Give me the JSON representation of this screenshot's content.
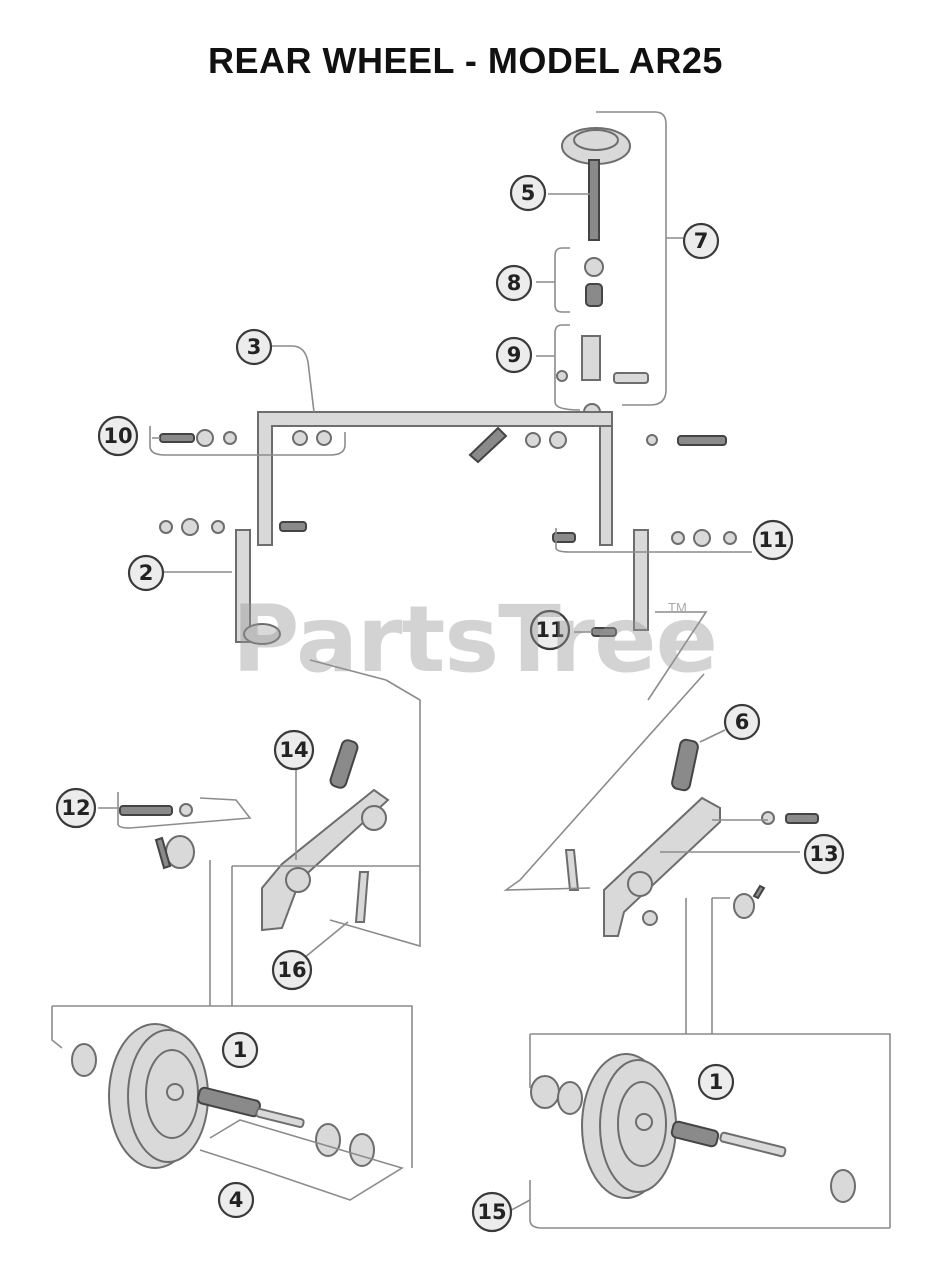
{
  "title": "REAR WHEEL - MODEL AR25",
  "watermark": "PartsTree",
  "watermark_tm": "TM",
  "callouts": [
    {
      "id": "c5",
      "label": "5"
    },
    {
      "id": "c7",
      "label": "7"
    },
    {
      "id": "c8",
      "label": "8"
    },
    {
      "id": "c9",
      "label": "9"
    },
    {
      "id": "c3",
      "label": "3"
    },
    {
      "id": "c10",
      "label": "10"
    },
    {
      "id": "c2",
      "label": "2"
    },
    {
      "id": "c11a",
      "label": "11"
    },
    {
      "id": "c11b",
      "label": "11"
    },
    {
      "id": "c14",
      "label": "14"
    },
    {
      "id": "c12",
      "label": "12"
    },
    {
      "id": "c6",
      "label": "6"
    },
    {
      "id": "c13",
      "label": "13"
    },
    {
      "id": "c16",
      "label": "16"
    },
    {
      "id": "c1a",
      "label": "1"
    },
    {
      "id": "c4",
      "label": "4"
    },
    {
      "id": "c1b",
      "label": "1"
    },
    {
      "id": "c15",
      "label": "15"
    }
  ]
}
